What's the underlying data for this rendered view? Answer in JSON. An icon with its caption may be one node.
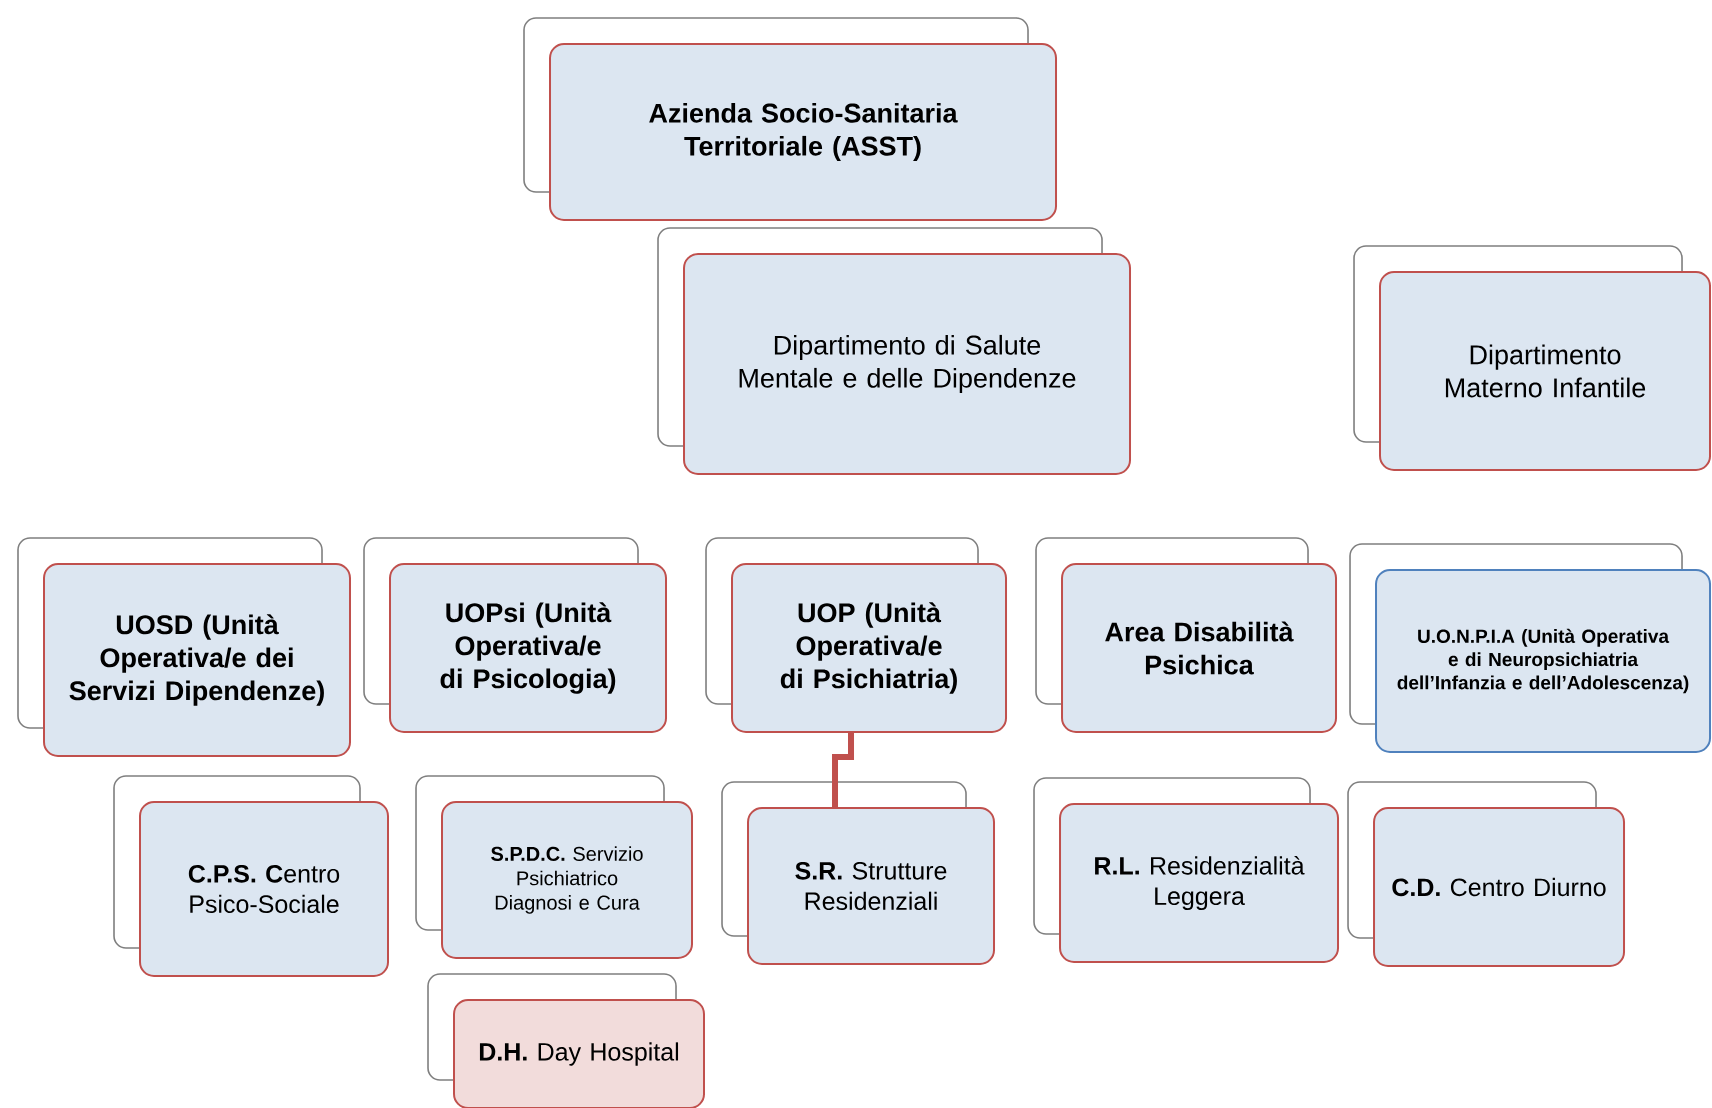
{
  "diagram": {
    "nodes": [
      {
        "text": [
          "**Azienda Socio-Sanitaria Territoriale (ASST)**"
        ]
      },
      {
        "text": [
          "Dipartimento di Salute Mentale e delle Dipendenze"
        ]
      },
      {
        "text": [
          "Dipartimento Materno Infantile"
        ]
      },
      {
        "text": [
          "**UOSD (Unità Operativa/e dei Servizi Dipendenze)**"
        ]
      },
      {
        "text": [
          "**UOPsi (Unità Operativa/e di Psicologia)**"
        ]
      },
      {
        "text": [
          "**UOP (Unità Operativa/e di Psichiatria)**"
        ]
      },
      {
        "text": [
          "**Area Disabilità Psichica**"
        ]
      },
      {
        "text": [
          "**U.O.N.P.I.A (Unità Operativa e di Neuropsichiatria dell’Infanzia e dell’Adolescenza)**"
        ]
      },
      {
        "text": [
          "**C.P.S.** **C**entro Psico-Sociale"
        ]
      },
      {
        "text": [
          "**S.P.D.C.** Servizio Psichiatrico Diagnosi e Cura"
        ]
      },
      {
        "text": [
          "**D.H.** Day Hospital"
        ]
      },
      {
        "text": [
          "**S.R.** Strutture Residenziali"
        ]
      },
      {
        "text": [
          "**R.L.** Residenzialità Leggera"
        ]
      },
      {
        "text": [
          "**C.D.** Centro Diurno"
        ]
      }
    ],
    "edges": [
      {
        "from": 5,
        "to": 11,
        "arrow": "none"
      }
    ]
  }
}
